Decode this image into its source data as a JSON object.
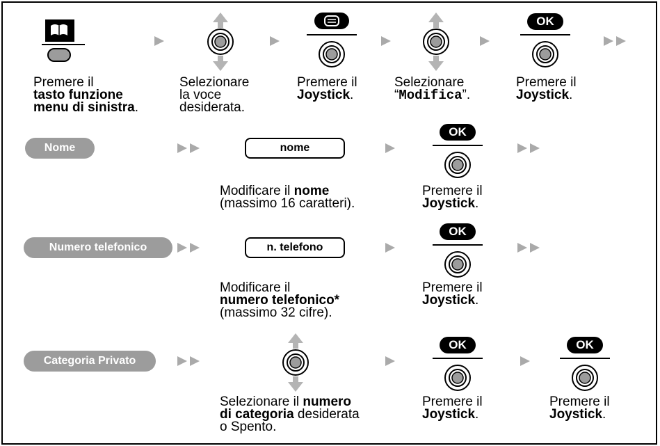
{
  "colors": {
    "border": "#000000",
    "pill": "#9c9c9c",
    "arrow": "#aaaaaa",
    "joystick_arrow": "#b4b4b4"
  },
  "icons": [
    "phonebook-icon",
    "soft-key-icon",
    "joystick-icon",
    "updown-arrow-icon",
    "menu-key-icon",
    "ok-icon",
    "play-arrow-icon",
    "double-play-arrow-icon"
  ],
  "row1": {
    "step1": {
      "line1": "Premere il",
      "line2": "tasto funzione",
      "line3": "menu di sinistra",
      "line3_suffix": "."
    },
    "step2": {
      "line1": "Selezionare",
      "line2": "la voce",
      "line3": "desiderata."
    },
    "step3": {
      "line1": "Premere il",
      "bold": "Joystick",
      "suffix": "."
    },
    "step4": {
      "line1": "Selezionare",
      "quote_open": "“",
      "mono": "Modifica",
      "quote_close": "”."
    },
    "step5": {
      "line1": "Premere il",
      "bold": "Joystick",
      "suffix": "."
    },
    "ok_label": "OK"
  },
  "branches": [
    {
      "label": "Nome",
      "field": "nome",
      "desc_prefix": "Modificare il ",
      "desc_bold": "nome",
      "desc_line2": "(massimo 16 caratteri).",
      "ok_label": "OK",
      "press_line1": "Premere il",
      "press_bold": "Joystick",
      "press_suffix": "."
    },
    {
      "label": "Numero telefonico",
      "field": "n. telefono",
      "desc_line1": "Modificare il",
      "desc_bold": "numero telefonico*",
      "desc_line3": "(massimo 32 cifre).",
      "ok_label": "OK",
      "press_line1": "Premere il",
      "press_bold": "Joystick",
      "press_suffix": "."
    },
    {
      "label": "Categoria Privato",
      "desc_prefix": "Selezionare il ",
      "desc_bold1": "numero",
      "desc_bold2": "di categoria",
      "desc_line2_rest": " desiderata",
      "desc_line3": "o Spento.",
      "ok1_label": "OK",
      "press1_line1": "Premere il",
      "press1_bold": "Joystick",
      "press1_suffix": ".",
      "ok2_label": "OK",
      "press2_line1": "Premere il",
      "press2_bold": "Joystick",
      "press2_suffix": "."
    }
  ]
}
